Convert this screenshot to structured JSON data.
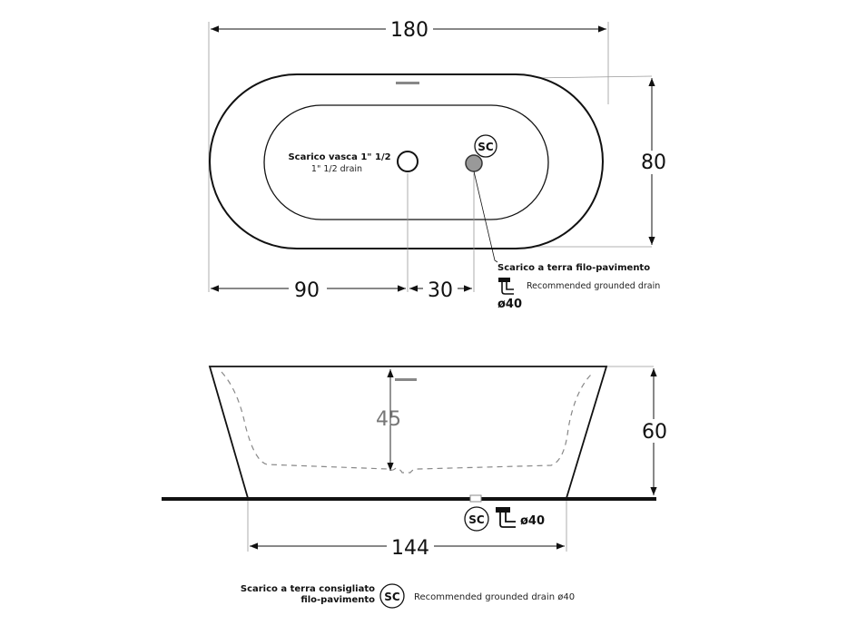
{
  "top_view": {
    "dim_length": "180",
    "dim_width": "80",
    "dim_left": "90",
    "dim_mid": "30",
    "drain_label_it": "Scarico vasca 1\" 1/2",
    "drain_label_en": "1\" 1/2  drain",
    "sc_badge": "SC",
    "floor_drain_title": "Scarico a terra filo-pavimento",
    "floor_drain_note": "Recommended grounded drain",
    "floor_drain_diameter": "ø40"
  },
  "side_view": {
    "dim_inner_depth": "45",
    "dim_height": "60",
    "dim_base": "144",
    "sc_badge": "SC",
    "drain_diameter": "ø40"
  },
  "legend": {
    "title_line1": "Scarico a terra consigliato",
    "title_line2": "filo-pavimento",
    "sc_badge": "SC",
    "description": "Recommended grounded drain ø40"
  }
}
